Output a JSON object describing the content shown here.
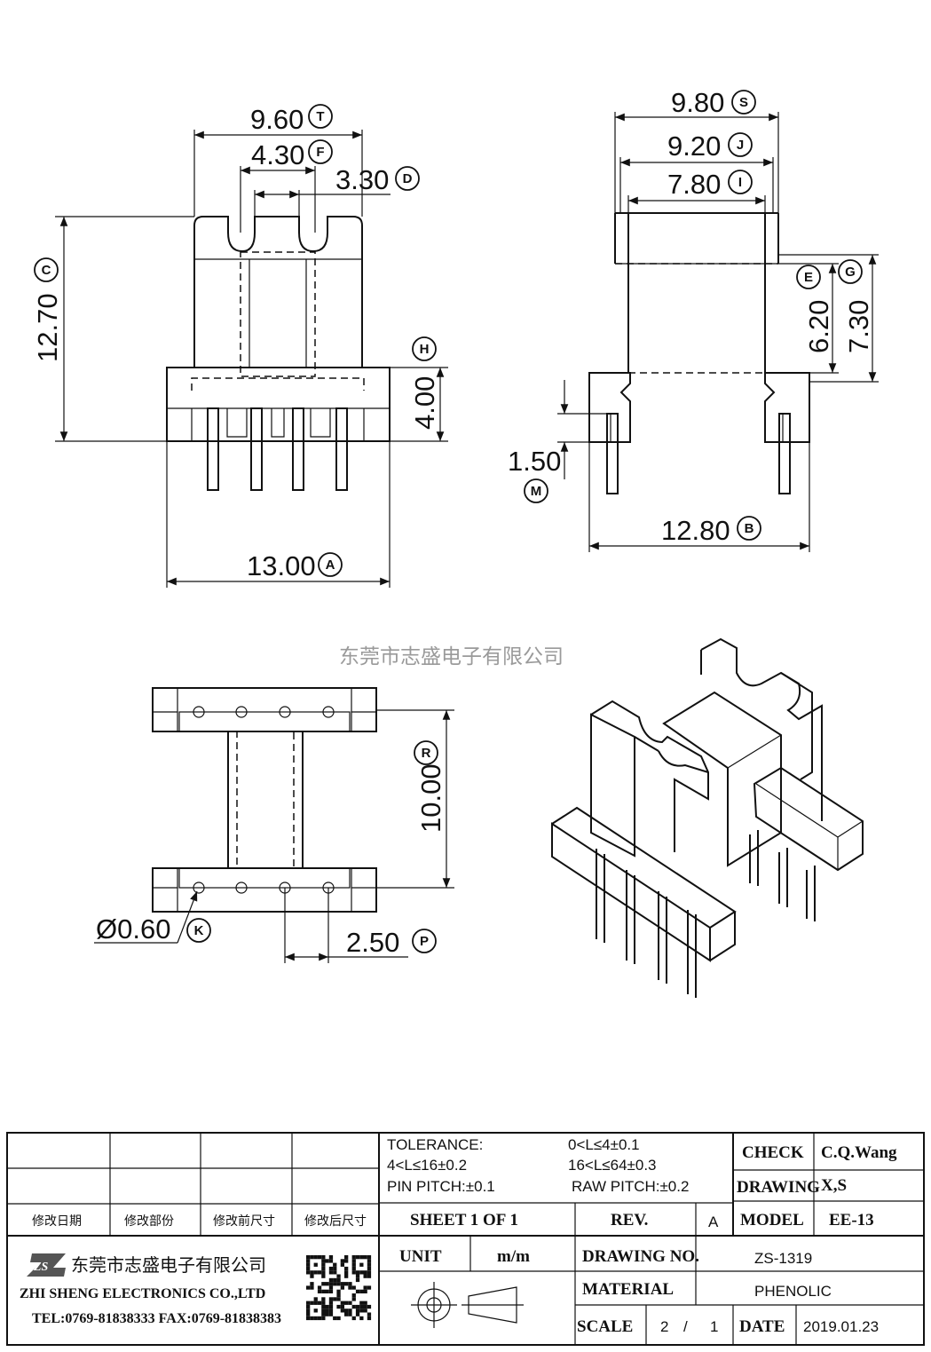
{
  "watermark": "东莞市志盛电子有限公司",
  "dims": {
    "T": {
      "value": "9.60",
      "label": "T"
    },
    "F": {
      "value": "4.30",
      "label": "F"
    },
    "D": {
      "value": "3.30",
      "label": "D"
    },
    "C": {
      "value": "12.70",
      "label": "C"
    },
    "H": {
      "value": "4.00",
      "label": "H"
    },
    "A": {
      "value": "13.00",
      "label": "A"
    },
    "S": {
      "value": "9.80",
      "label": "S"
    },
    "J": {
      "value": "9.20",
      "label": "J"
    },
    "I": {
      "value": "7.80",
      "label": "I"
    },
    "E": {
      "value": "6.20",
      "label": "E"
    },
    "G": {
      "value": "7.30",
      "label": "G"
    },
    "M": {
      "value": "1.50",
      "label": "M"
    },
    "B": {
      "value": "12.80",
      "label": "B"
    },
    "R": {
      "value": "10.00",
      "label": "R"
    },
    "K": {
      "value": "Ø0.60",
      "label": "K"
    },
    "P": {
      "value": "2.50",
      "label": "P"
    }
  },
  "title_block": {
    "revision_headers": [
      "修改日期",
      "修改部份",
      "修改前尺寸",
      "修改后尺寸"
    ],
    "tolerance": {
      "label": "TOLERANCE:",
      "r1": "0<L≤4±0.1",
      "r2": "4<L≤16±0.2",
      "r3": "16<L≤64±0.3",
      "pin_pitch": "PIN PITCH:±0.1",
      "raw_pitch": "RAW PITCH:±0.2"
    },
    "check_label": "CHECK",
    "check_value": "C.Q.Wang",
    "drawing_label": "DRAWING",
    "drawing_value": "X,S",
    "sheet": "SHEET  1  OF  1",
    "rev_label": "REV.",
    "rev_value": "A",
    "model_label": "MODEL",
    "model_value": "EE-13",
    "unit_label": "UNIT",
    "unit_value": "m/m",
    "drawing_no_label": "DRAWING  NO.",
    "drawing_no_value": "ZS-1319",
    "material_label": "MATERIAL",
    "material_value": "PHENOLIC",
    "scale_label": "SCALE",
    "scale_num": "2",
    "scale_sep": "/",
    "scale_den": "1",
    "date_label": "DATE",
    "date_value": "2019.01.23",
    "company_cn": "东莞市志盛电子有限公司",
    "company_en": "ZHI SHENG  ELECTRONICS CO.,LTD",
    "company_tel": "TEL:0769-81838333 FAX:0769-81838383",
    "logo_text": "ZS"
  }
}
